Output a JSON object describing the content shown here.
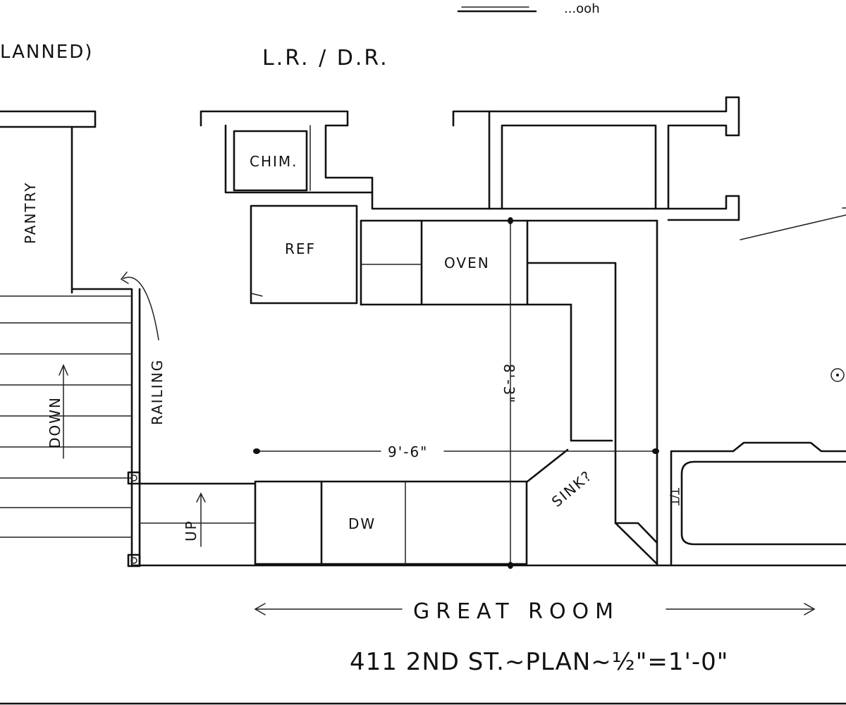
{
  "labels": {
    "planned": "LANNED)",
    "lr_dr": "L.R. / D.R.",
    "chim": "CHIM.",
    "pantry": "PANTRY",
    "ref": "REF",
    "oven": "OVEN",
    "railing": "RAILING",
    "down": "DOWN",
    "up": "UP",
    "dw": "DW",
    "sink": "SINK?",
    "dim_vertical": "8'-3\"",
    "dim_horizontal": "9'-6\"",
    "great_room": "GREAT ROOM",
    "plan_title": "411 2ND ST.~PLAN~½\"=1'-0\"",
    "tub_mark": "T/T",
    "top_fragment": "...ooh"
  }
}
